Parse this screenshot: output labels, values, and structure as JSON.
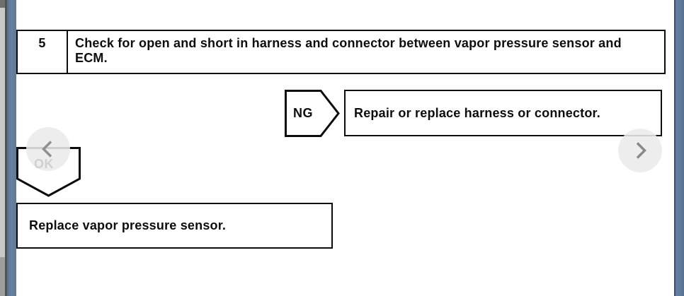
{
  "viewer": {
    "prev_button": {
      "icon": "chevron-left"
    },
    "next_button": {
      "icon": "chevron-right"
    }
  },
  "flowchart": {
    "step": {
      "number": "5",
      "instruction": "Check for open and short in harness and connector between vapor pressure sensor and ECM."
    },
    "ng": {
      "label": "NG",
      "result": "Repair or replace harness or connector."
    },
    "ok": {
      "label": "OK",
      "result": "Replace vapor pressure sensor."
    }
  },
  "colors": {
    "edge_bar_blue": "#5e7a99",
    "edge_track_grey": "#c9c9c9",
    "ink": "#0d0d0d",
    "nav_chevron": "#8f8f8f",
    "nav_circle": "rgba(235,235,235,0.88)"
  }
}
